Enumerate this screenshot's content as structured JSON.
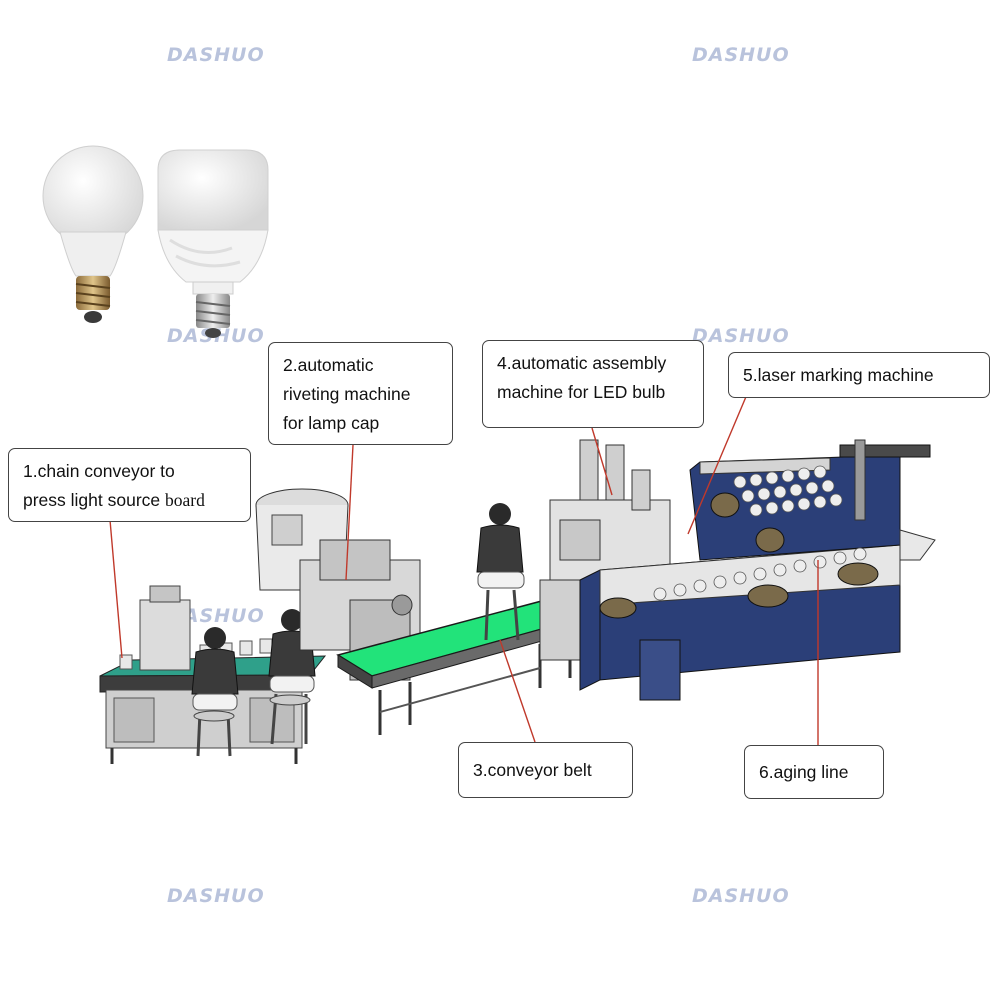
{
  "watermark": {
    "text": "DASHUO"
  },
  "callouts": {
    "c1": {
      "line1": "1.chain conveyor to",
      "line2a": "press light source ",
      "line2b": "board"
    },
    "c2": {
      "line1": "2.automatic",
      "line2": "riveting machine",
      "line3": "for lamp cap"
    },
    "c3": {
      "line1": "3.conveyor belt"
    },
    "c4": {
      "line1": "4.automatic assembly",
      "line2": "machine for LED bulb"
    },
    "c5": {
      "line1": "5.laser marking machine"
    },
    "c6": {
      "line1": "6.aging line"
    }
  },
  "colors": {
    "belt": "#22e37a",
    "aging_cabinet": "#2b3f78",
    "leader_line": "#c0392b",
    "table_top": "#2fa08a"
  }
}
